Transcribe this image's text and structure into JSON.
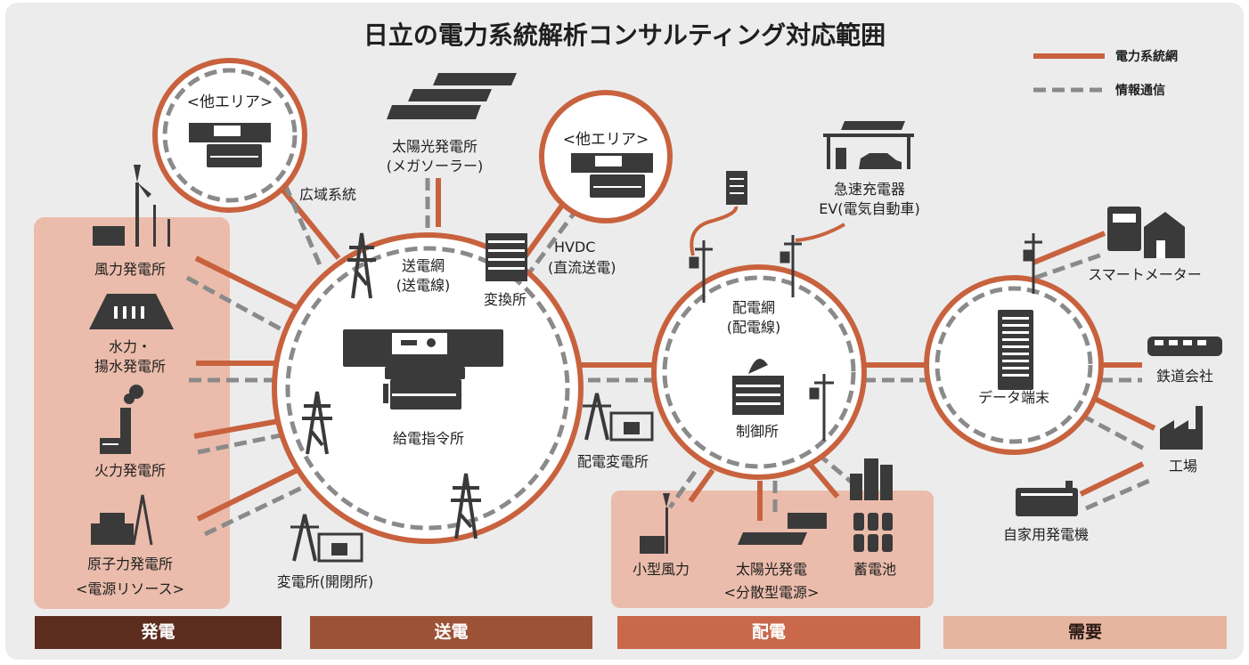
{
  "title": "日立の電力系統解析コンサルティング対応範囲",
  "legend": {
    "power_grid": "電力系統網",
    "info_comm": "情報通信"
  },
  "colors": {
    "power_line": "#c8623e",
    "info_line": "#8a8a8a",
    "generation_band": "#5c2d1f",
    "transmission_band": "#9c5236",
    "distribution_band": "#c9684a",
    "demand_band": "#e6b5a0",
    "zone_fill": "#ebbcab",
    "icon": "#3a3a3a"
  },
  "bands": {
    "generation": "発電",
    "transmission": "送電",
    "distribution": "配電",
    "demand": "需要"
  },
  "generation": {
    "wind": "風力発電所",
    "hydro_line1": "水力・",
    "hydro_line2": "揚水発電所",
    "thermal": "火力発電所",
    "nuclear": "原子力発電所",
    "group": "<電源リソース>"
  },
  "transmission": {
    "other_area_1": "<他エリア>",
    "other_area_2": "<他エリア>",
    "wide_area": "広域系統",
    "solar_mega_line1": "太陽光発電所",
    "solar_mega_line2": "(メガソーラー)",
    "grid_line1": "送電網",
    "grid_line2": "(送電線)",
    "converter": "変換所",
    "hvdc_line1": "HVDC",
    "hvdc_line2": "(直流送電)",
    "dispatch": "給電指令所",
    "substation": "変電所(開閉所)",
    "dist_substation": "配電変電所"
  },
  "distribution": {
    "grid_line1": "配電網",
    "grid_line2": "(配電線)",
    "control": "制御所",
    "ev_line1": "急速充電器",
    "ev_line2": "EV(電気自動車)",
    "small_wind": "小型風力",
    "solar_line1": "太陽光発電",
    "solar_line2": "<分散型電源>",
    "battery": "蓄電池"
  },
  "demand": {
    "terminal": "データ端末",
    "smart_meter": "スマートメーター",
    "railway": "鉄道会社",
    "factory": "工場",
    "private_gen": "自家用発電機"
  }
}
